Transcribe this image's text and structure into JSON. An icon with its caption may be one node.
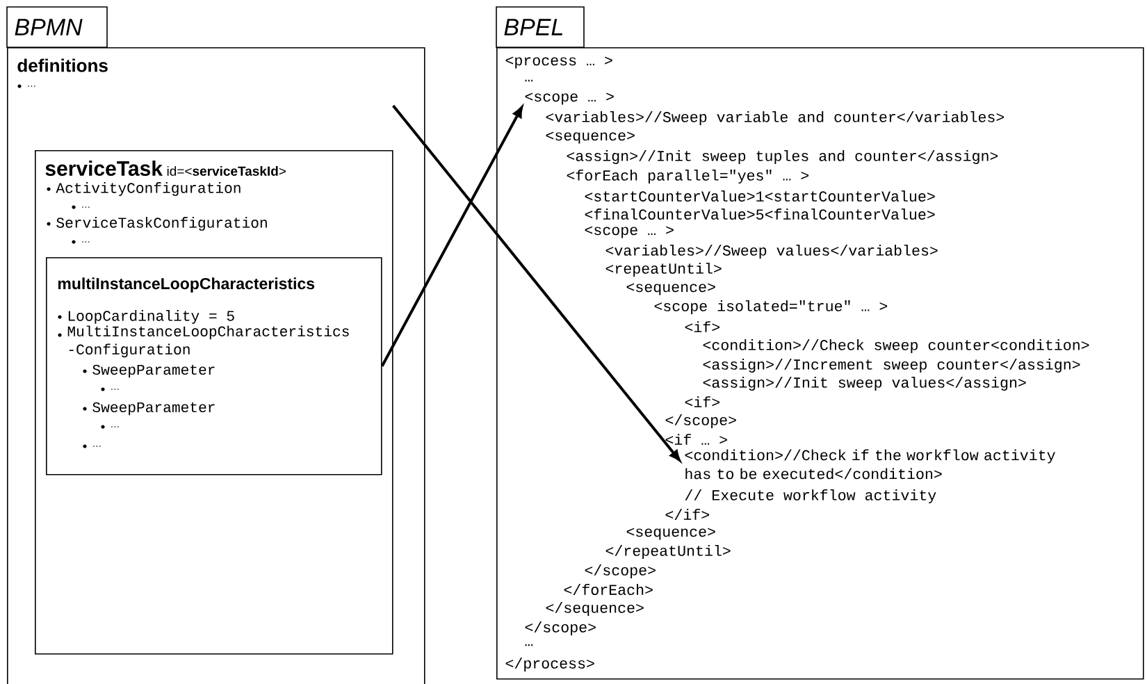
{
  "diagram": {
    "nodes": [
      {
        "text": [
          "BPMN",
          "definitions",
          "…"
        ]
      },
      {
        "text": [
          "serviceTask",
          "id=<**serviceTaskId**>",
          "ActivityConfiguration",
          "…",
          "ServiceTaskConfiguration",
          "…"
        ],
        "in": 0
      },
      {
        "text": [
          "multiInstanceLoopCharacteristics",
          "LoopCardinality = 5",
          "MultiInstanceLoopCharacteristics -Configuration",
          "SweepParameter",
          "…",
          "SweepParameter",
          "…",
          "…"
        ],
        "in": 1
      },
      {
        "text": [
          "BPEL"
        ]
      },
      {
        "text": [
          "<scope … >"
        ],
        "in": 3
      },
      {
        "text": [
          "<condition>//Check if the workflow activity has to be executed</condition>"
        ],
        "in": 3
      }
    ],
    "edges": [
      {
        "from": 2,
        "to": 4,
        "arrow": "to"
      },
      {
        "from": 1,
        "to": 5,
        "arrow": "to"
      }
    ],
    "labels": [
      "<process … >",
      "…",
      "<variables>//Sweep variable and counter</variables>",
      "<sequence>",
      "<assign>//Init sweep tuples and counter</assign>",
      "<forEach parallel=\"yes\" … >",
      "<startCounterValue>1<startCounterValue>",
      "<finalCounterValue>5<finalCounterValue>",
      "<scope … >",
      "<variables>//Sweep values</variables>",
      "<repeatUntil>",
      "<sequence>",
      "<scope isolated=\"true\" … >",
      "<if>",
      "<condition>//Check sweep counter<condition>",
      "<assign>//Increment sweep counter</assign>",
      "<assign>//Init sweep values</assign>",
      "<if>",
      "</scope>",
      "<if … >",
      "// Execute workflow activity",
      "</if>",
      "<sequence>",
      "</repeatUntil>",
      "</scope>",
      "</forEach>",
      "</sequence>",
      "</scope>",
      "…",
      "</process>"
    ]
  }
}
